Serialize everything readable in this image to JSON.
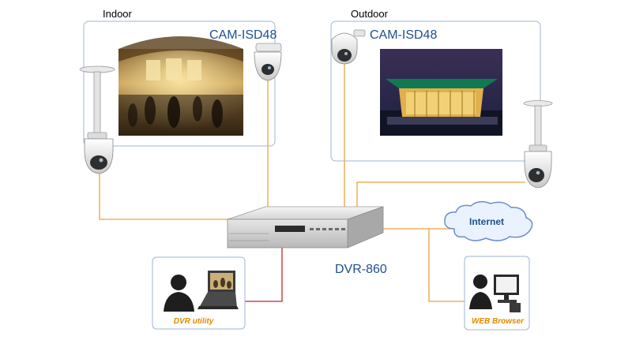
{
  "zones": {
    "indoor_label": "Indoor",
    "outdoor_label": "Outdoor"
  },
  "cameras": {
    "indoor_model": "CAM-ISD48",
    "outdoor_model": "CAM-ISD48"
  },
  "recorder": {
    "model": "DVR-860"
  },
  "network": {
    "cloud_label": "Internet"
  },
  "clients": {
    "dvr_utility_label": "DVR utility",
    "web_browser_label": "WEB Browser"
  },
  "colors": {
    "zone_border": "#9fb6d6",
    "link_orange": "#f0a03c",
    "link_red": "#c0282c",
    "label_blue": "#1f4f8f",
    "caption_orange": "#e08a00"
  }
}
